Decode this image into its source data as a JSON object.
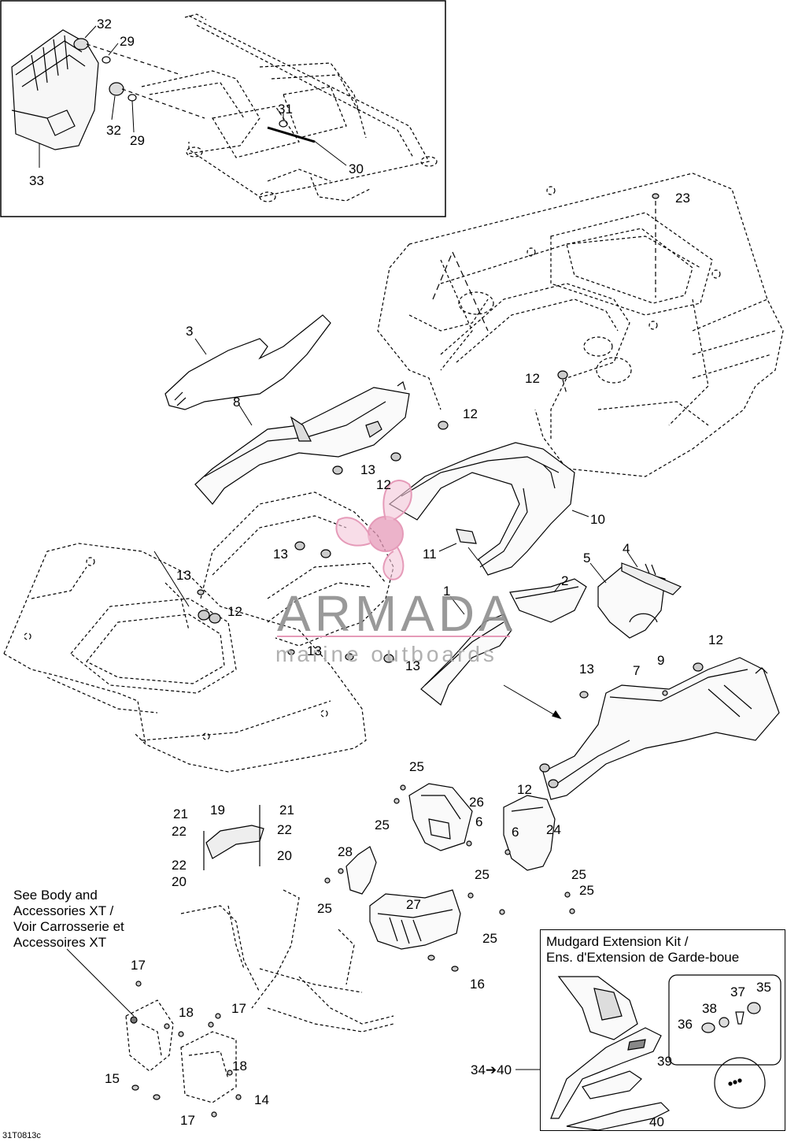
{
  "diagram_code": "31T0813c",
  "watermark": {
    "title": "ARMADA",
    "subtitle": "marine outboards",
    "accent": "#e59ab8"
  },
  "notes": {
    "see_body": "See Body and\nAccessories XT /\nVoir Carrosserie et\nAccessoires XT"
  },
  "kit": {
    "title": "Mudgard Extension Kit /\nEns. d'Extension de Garde-boue",
    "range": "34➔40"
  },
  "callouts": [
    {
      "id": "c32a",
      "text": "32"
    },
    {
      "id": "c29a",
      "text": "29"
    },
    {
      "id": "c31",
      "text": "31"
    },
    {
      "id": "c32b",
      "text": "32"
    },
    {
      "id": "c29b",
      "text": "29"
    },
    {
      "id": "c30",
      "text": "30"
    },
    {
      "id": "c33",
      "text": "33"
    },
    {
      "id": "c23",
      "text": "23"
    },
    {
      "id": "c3",
      "text": "3"
    },
    {
      "id": "c12a",
      "text": "12"
    },
    {
      "id": "c8",
      "text": "8"
    },
    {
      "id": "c12b",
      "text": "12"
    },
    {
      "id": "c13a",
      "text": "13"
    },
    {
      "id": "c12c",
      "text": "12"
    },
    {
      "id": "c10",
      "text": "10"
    },
    {
      "id": "c13b",
      "text": "13"
    },
    {
      "id": "c11",
      "text": "11"
    },
    {
      "id": "c13c",
      "text": "13"
    },
    {
      "id": "c12d",
      "text": "12"
    },
    {
      "id": "c4",
      "text": "4"
    },
    {
      "id": "c5",
      "text": "5"
    },
    {
      "id": "c2",
      "text": "2"
    },
    {
      "id": "c1",
      "text": "1"
    },
    {
      "id": "c13d",
      "text": "13"
    },
    {
      "id": "c13e",
      "text": "13"
    },
    {
      "id": "c12e",
      "text": "12"
    },
    {
      "id": "c13f",
      "text": "13"
    },
    {
      "id": "c9",
      "text": "9"
    },
    {
      "id": "c7",
      "text": "7"
    },
    {
      "id": "c12f",
      "text": "12"
    },
    {
      "id": "c25a",
      "text": "25"
    },
    {
      "id": "c25b",
      "text": "25"
    },
    {
      "id": "c26",
      "text": "26"
    },
    {
      "id": "c6a",
      "text": "6"
    },
    {
      "id": "c21a",
      "text": "21"
    },
    {
      "id": "c19",
      "text": "19"
    },
    {
      "id": "c21b",
      "text": "21"
    },
    {
      "id": "c22a",
      "text": "22"
    },
    {
      "id": "c22b",
      "text": "22"
    },
    {
      "id": "c6b",
      "text": "6"
    },
    {
      "id": "c24",
      "text": "24"
    },
    {
      "id": "c22c",
      "text": "22"
    },
    {
      "id": "c20a",
      "text": "20"
    },
    {
      "id": "c28",
      "text": "28"
    },
    {
      "id": "c20b",
      "text": "20"
    },
    {
      "id": "c25c",
      "text": "25"
    },
    {
      "id": "c25d",
      "text": "25"
    },
    {
      "id": "c27",
      "text": "27"
    },
    {
      "id": "c25e",
      "text": "25"
    },
    {
      "id": "c25f",
      "text": "25"
    },
    {
      "id": "c25g",
      "text": "25"
    },
    {
      "id": "c16",
      "text": "16"
    },
    {
      "id": "c17a",
      "text": "17"
    },
    {
      "id": "c18a",
      "text": "18"
    },
    {
      "id": "c17b",
      "text": "17"
    },
    {
      "id": "c37",
      "text": "37"
    },
    {
      "id": "c35",
      "text": "35"
    },
    {
      "id": "c38",
      "text": "38"
    },
    {
      "id": "c36",
      "text": "36"
    },
    {
      "id": "c39",
      "text": "39"
    },
    {
      "id": "c18b",
      "text": "18"
    },
    {
      "id": "c15",
      "text": "15"
    },
    {
      "id": "c14",
      "text": "14"
    },
    {
      "id": "c17c",
      "text": "17"
    },
    {
      "id": "c40",
      "text": "40"
    }
  ]
}
